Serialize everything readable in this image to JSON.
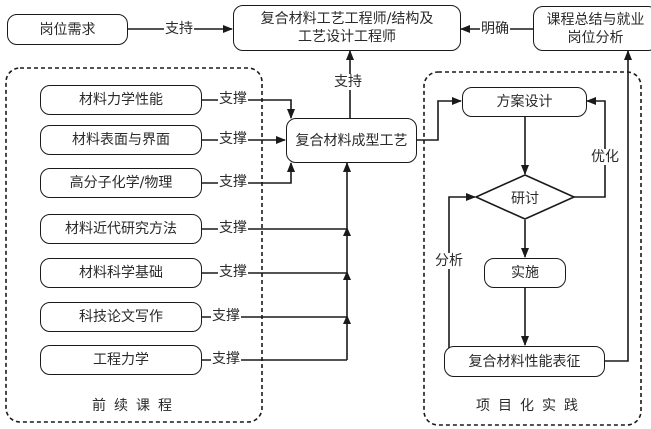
{
  "top_row": {
    "job_demand": "岗位需求",
    "job_demand_edge": "支持",
    "target_role_line1": "复合材料工艺工程师/结构及",
    "target_role_line2": "工艺设计工程师",
    "summary_edge": "明确",
    "summary_line1": "课程总结与就业",
    "summary_line2": "岗位分析"
  },
  "prerequisite_courses": {
    "group_title": "前续课程",
    "edge_label": "支撑",
    "items": [
      {
        "label": "材料力学性能"
      },
      {
        "label": "材料表面与界面"
      },
      {
        "label": "高分子化学/物理"
      },
      {
        "label": "材料近代研究方法"
      },
      {
        "label": "材料科学基础"
      },
      {
        "label": "科技论文写作"
      },
      {
        "label": "工程力学"
      }
    ]
  },
  "core_course": {
    "label": "复合材料成型工艺",
    "up_edge": "支持"
  },
  "project_practice": {
    "group_title": "项目化实践",
    "design": "方案设计",
    "discuss": "研讨",
    "implement": "实施",
    "characterize": "复合材料性能表征",
    "optimize_edge": "优化",
    "analyze_edge": "分析"
  }
}
